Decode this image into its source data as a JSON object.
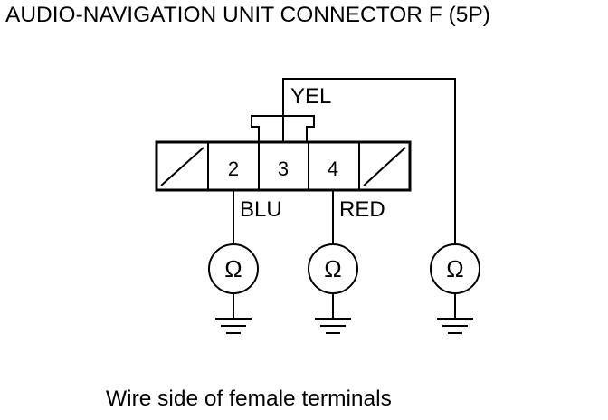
{
  "title": "AUDIO-NAVIGATION UNIT CONNECTOR F (5P)",
  "caption": "Wire side of female terminals",
  "connector": {
    "terminals": [
      {
        "number": "2",
        "wire": "BLU"
      },
      {
        "number": "3",
        "wire": "YEL"
      },
      {
        "number": "4",
        "wire": "RED"
      }
    ]
  },
  "meter_symbol": "Ω",
  "icons": [
    "ohmmeter-icon",
    "ground-icon"
  ],
  "colors": {
    "line": "#000000",
    "background": "#ffffff"
  }
}
